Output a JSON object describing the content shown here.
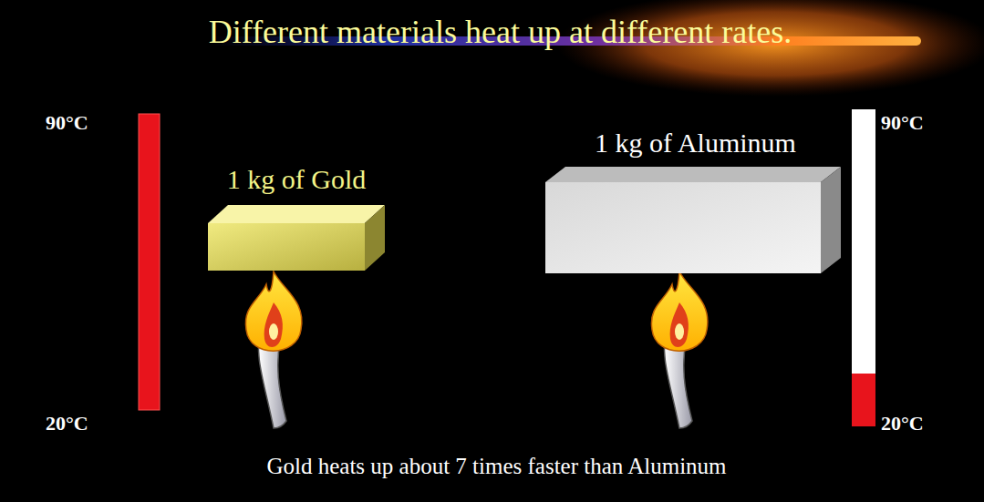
{
  "diagram": {
    "title": "Different materials heat up at different rates.",
    "caption": "Gold heats up about 7 times faster than Aluminum",
    "nodes": [
      {
        "text": [
          "1 kg of Gold"
        ]
      },
      {
        "text": [
          "1 kg of Aluminum"
        ]
      }
    ],
    "labels": [
      "90°C",
      "20°C",
      "90°C",
      "20°C"
    ]
  }
}
